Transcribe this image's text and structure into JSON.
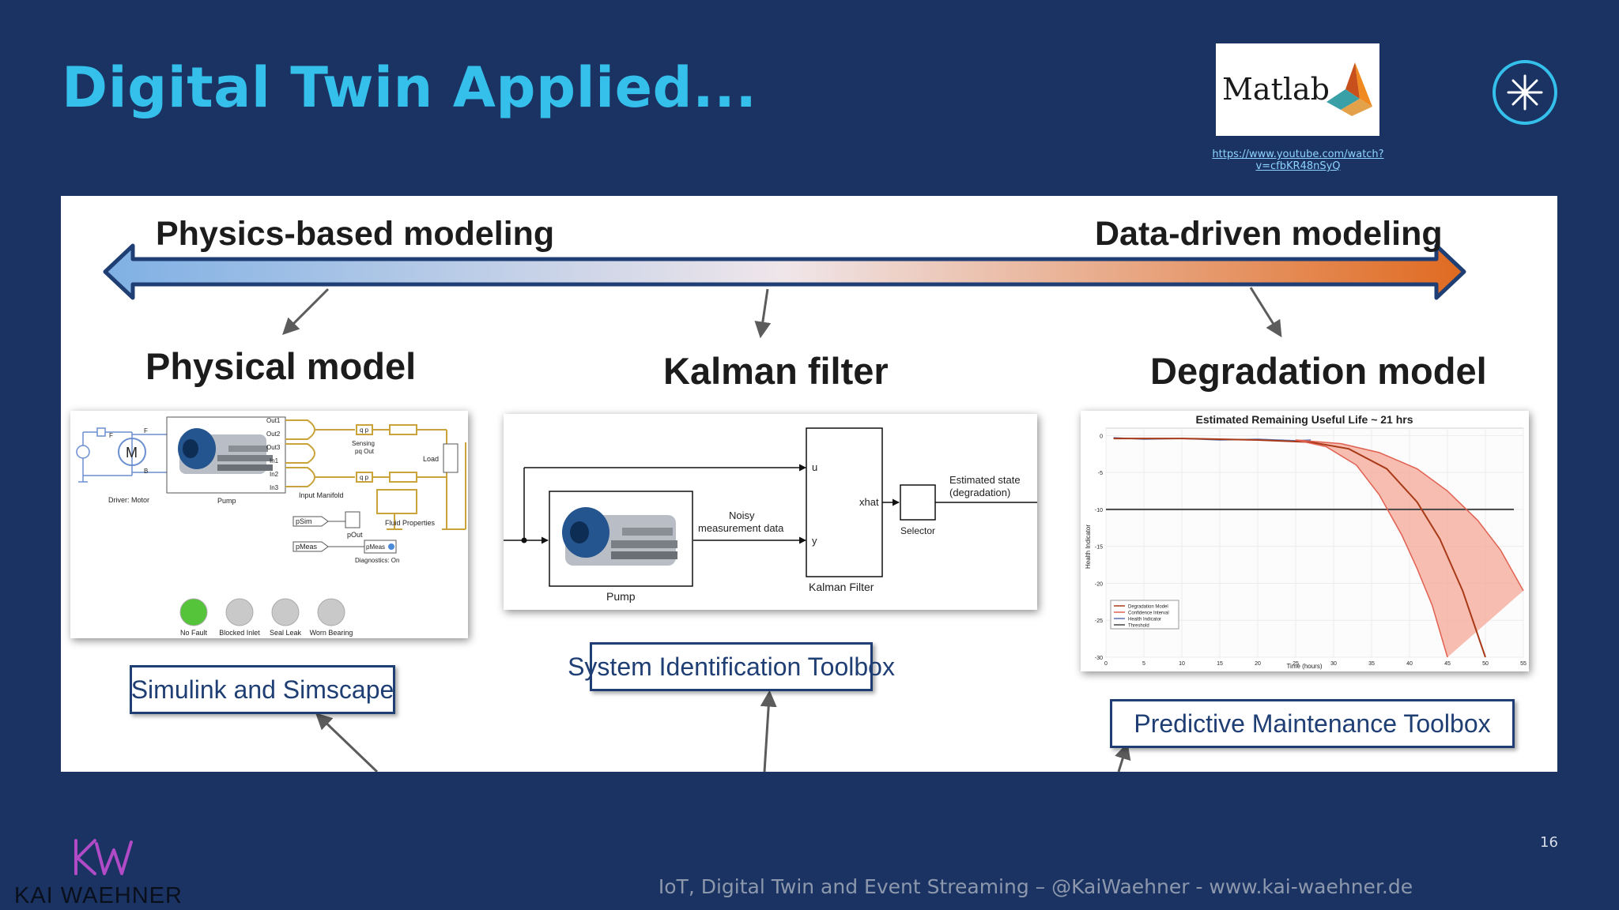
{
  "slide": {
    "title": "Digital Twin Applied...",
    "logo_text": "Matlab",
    "source_link": "https://www.youtube.com/watch?v=cfbKR48nSyQ",
    "page_number": "16",
    "footer": "IoT, Digital Twin and Event Streaming – @KaiWaehner - www.kai-waehner.de",
    "brand_name": "KAI WAEHNER"
  },
  "spectrum": {
    "left_label": "Physics-based modeling",
    "right_label": "Data-driven modeling",
    "colors": {
      "left": "#7fb0e4",
      "middle": "#f0e6ea",
      "right": "#e06a20",
      "outline": "#1f3e74"
    }
  },
  "columns": [
    {
      "heading": "Physical model",
      "toolbox": "Simulink and Simscape"
    },
    {
      "heading": "Kalman filter",
      "toolbox": "System Identification Toolbox"
    },
    {
      "heading": "Degradation model",
      "toolbox": "Predictive Maintenance Toolbox"
    }
  ],
  "simulink": {
    "labels": {
      "driver": "Driver: Motor",
      "pump": "Pump",
      "manifold": "Input Manifold",
      "sensing": "Sensing pq Out",
      "load": "Load",
      "fluid": "Fluid Properties",
      "psim": "pSim",
      "pout": "pOut",
      "pmeas": "pMeas",
      "diagnostics": "Diagnostics: On",
      "ports": [
        "Out1",
        "Out2",
        "Out3",
        "In1",
        "In2",
        "In3"
      ]
    },
    "lamps": [
      {
        "label": "No Fault",
        "color": "#55c43a"
      },
      {
        "label": "Blocked Inlet",
        "color": "#c9c9c9"
      },
      {
        "label": "Seal Leak",
        "color": "#c9c9c9"
      },
      {
        "label": "Worn Bearing",
        "color": "#c9c9c9"
      }
    ]
  },
  "kalman": {
    "pump": "Pump",
    "noisy_data": "Noisy measurement data",
    "filter": "Kalman Filter",
    "u": "u",
    "y": "y",
    "xhat": "xhat",
    "selector": "Selector",
    "estimated_state": "Estimated state (degradation)"
  },
  "chart_data": {
    "type": "line",
    "title": "Estimated Remaining Useful Life ~ 21 hrs",
    "xlabel": "Time (hours)",
    "ylabel": "Health Indicator",
    "xlim": [
      0,
      55
    ],
    "ylim": [
      -30,
      1
    ],
    "xticks": [
      "0",
      "5",
      "10",
      "15",
      "20",
      "25",
      "30",
      "35",
      "40",
      "45",
      "50",
      "55"
    ],
    "yticks": [
      "0",
      "-5",
      "-10",
      "-15",
      "-20",
      "-25",
      "-30"
    ],
    "grid": true,
    "legend_position": "bottom-left",
    "legend": [
      "Degradation Model",
      "Confidence Interval",
      "Health Indicator",
      "Threshold"
    ],
    "threshold": -10,
    "series": [
      {
        "name": "Health Indicator",
        "color": "#5a6fb0",
        "x": [
          1,
          5,
          10,
          15,
          20,
          25,
          27
        ],
        "y": [
          -0.3,
          -0.5,
          -0.4,
          -0.6,
          -0.5,
          -0.7,
          -0.6
        ]
      },
      {
        "name": "Degradation Model",
        "color": "#a83a18",
        "x": [
          1,
          10,
          20,
          27,
          32,
          37,
          41,
          44,
          47,
          50
        ],
        "y": [
          -0.4,
          -0.4,
          -0.6,
          -0.9,
          -1.8,
          -4.5,
          -9,
          -14,
          -21,
          -30
        ]
      },
      {
        "name": "Confidence Interval upper",
        "color": "#e06050",
        "x": [
          25,
          31,
          36,
          41,
          45,
          49,
          52,
          55
        ],
        "y": [
          -0.6,
          -1.1,
          -2.3,
          -4.5,
          -7.5,
          -11.5,
          -15.5,
          -21
        ]
      },
      {
        "name": "Confidence Interval lower",
        "color": "#e06050",
        "x": [
          25,
          29,
          33,
          36,
          39,
          41,
          43,
          45
        ],
        "y": [
          -0.6,
          -1.5,
          -4,
          -8,
          -13.5,
          -18,
          -23,
          -30
        ]
      }
    ]
  }
}
